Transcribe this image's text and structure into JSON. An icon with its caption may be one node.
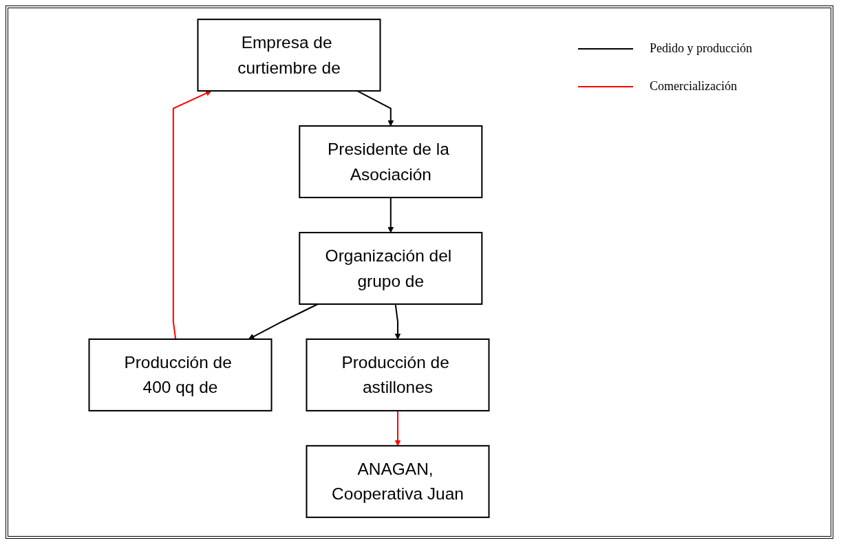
{
  "diagram": {
    "nodes": [
      {
        "text": [
          "Empresa de curtiembre de"
        ]
      },
      {
        "text": [
          "Presidente de la Asociación"
        ]
      },
      {
        "text": [
          "Organización del grupo de"
        ]
      },
      {
        "text": [
          "Producción de 400 qq de"
        ]
      },
      {
        "text": [
          "Producción de astillones"
        ]
      },
      {
        "text": [
          "ANAGAN, Cooperativa Juan"
        ]
      }
    ],
    "edges": [
      {
        "from": 0,
        "to": 1,
        "arrow": "to"
      },
      {
        "from": 1,
        "to": 2,
        "arrow": "to"
      },
      {
        "from": 2,
        "to": 3,
        "arrow": "to"
      },
      {
        "from": 2,
        "to": 4,
        "arrow": "to"
      },
      {
        "from": 3,
        "to": 0,
        "arrow": "to",
        "color": "#ff0000"
      },
      {
        "from": 4,
        "to": 5,
        "arrow": "to",
        "color": "#ff0000"
      }
    ],
    "legend": [
      {
        "text": "Pedido y producción"
      },
      {
        "text": "Comercialización"
      }
    ]
  }
}
